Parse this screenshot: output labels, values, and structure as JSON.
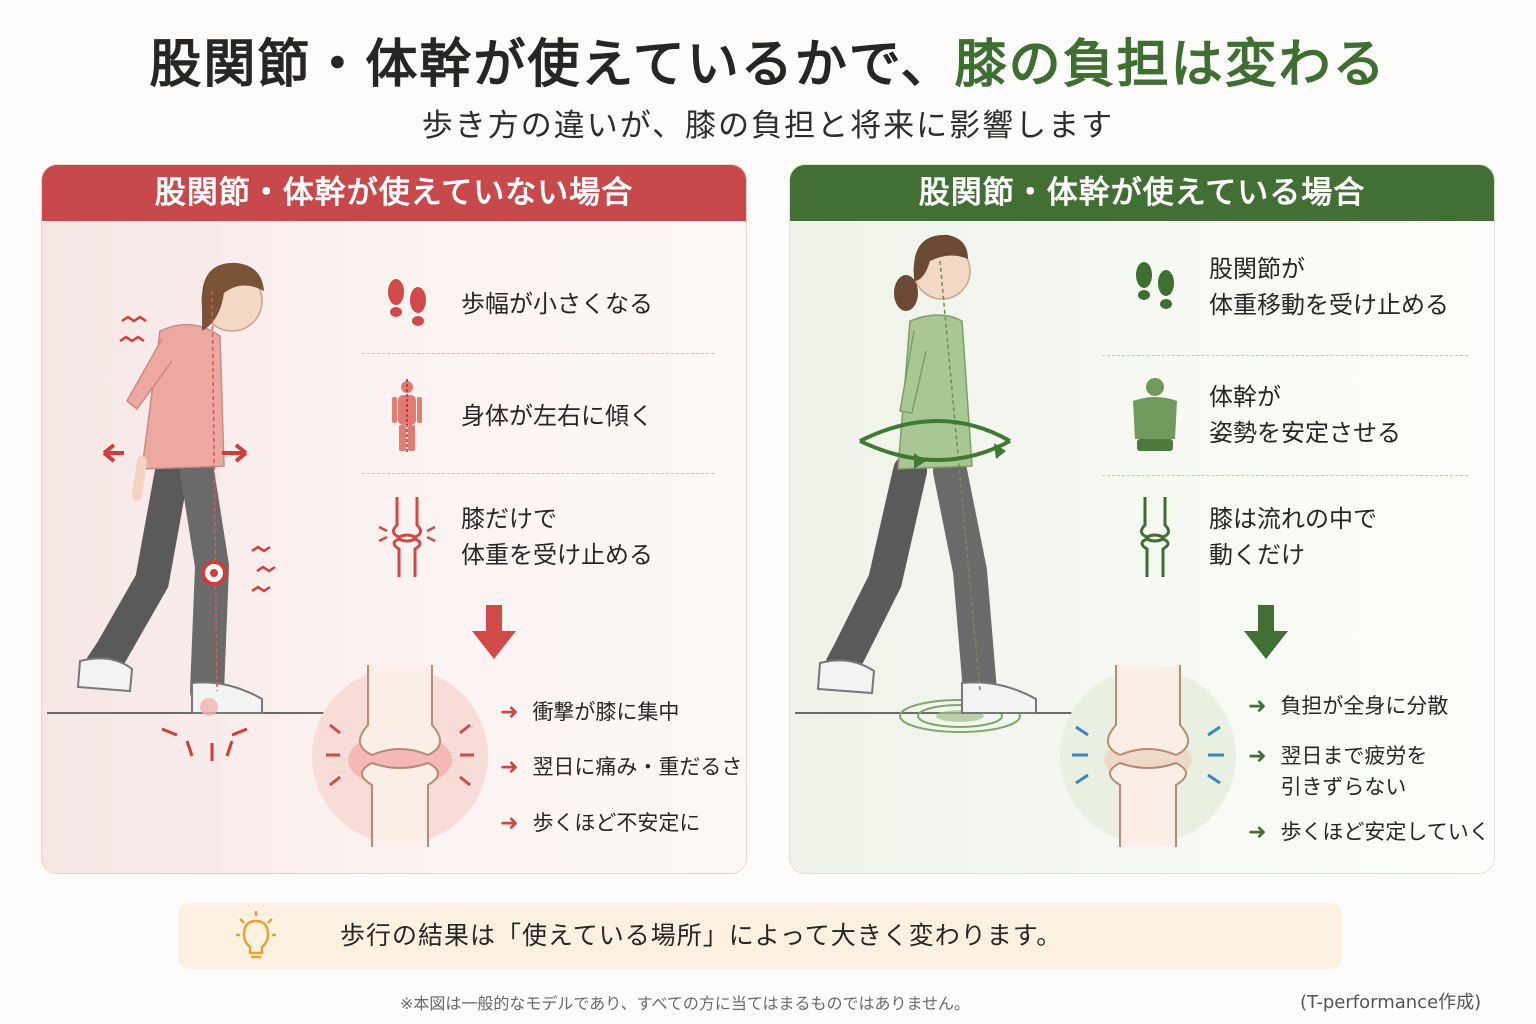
{
  "title": {
    "part1": "股関節・体幹が使えているかで、",
    "part2": "膝の負担は変わる"
  },
  "subtitle": "歩き方の違いが、膝の負担と将来に影響します",
  "left_panel": {
    "header": "股関節・体幹が使えていない場合",
    "items": [
      {
        "icon": "footprints-icon",
        "text": "歩幅が小さくなる"
      },
      {
        "icon": "body-tilt-icon",
        "text": "身体が左右に傾く"
      },
      {
        "icon": "knee-joint-icon",
        "text": "膝だけで\n体重を受け止める"
      }
    ],
    "results": [
      {
        "text": "衝撃が膝に集中"
      },
      {
        "text": "翌日に痛み・重だるさ"
      },
      {
        "text": "歩くほど不安定に"
      }
    ]
  },
  "right_panel": {
    "header": "股関節・体幹が使えている場合",
    "items": [
      {
        "icon": "footprints-icon",
        "text": "股関節が\n体重移動を受け止める"
      },
      {
        "icon": "torso-icon",
        "text": "体幹が\n姿勢を安定させる"
      },
      {
        "icon": "knee-joint-icon",
        "text": "膝は流れの中で\n動くだけ"
      }
    ],
    "results": [
      {
        "text": "負担が全身に分散"
      },
      {
        "text": "翌日まで疲労を\n引きずらない"
      },
      {
        "text": "歩くほど安定していく"
      }
    ]
  },
  "bottom_message": "歩行の結果は「使えている場所」によって大きく変わります。",
  "footnote": "※本図は一般的なモデルであり、すべての方に当てはまるものではありません。",
  "credit": "(T-performance作成)",
  "colors": {
    "bad": "#c8494c",
    "good": "#427034",
    "accent_text": "#3f6e32"
  }
}
